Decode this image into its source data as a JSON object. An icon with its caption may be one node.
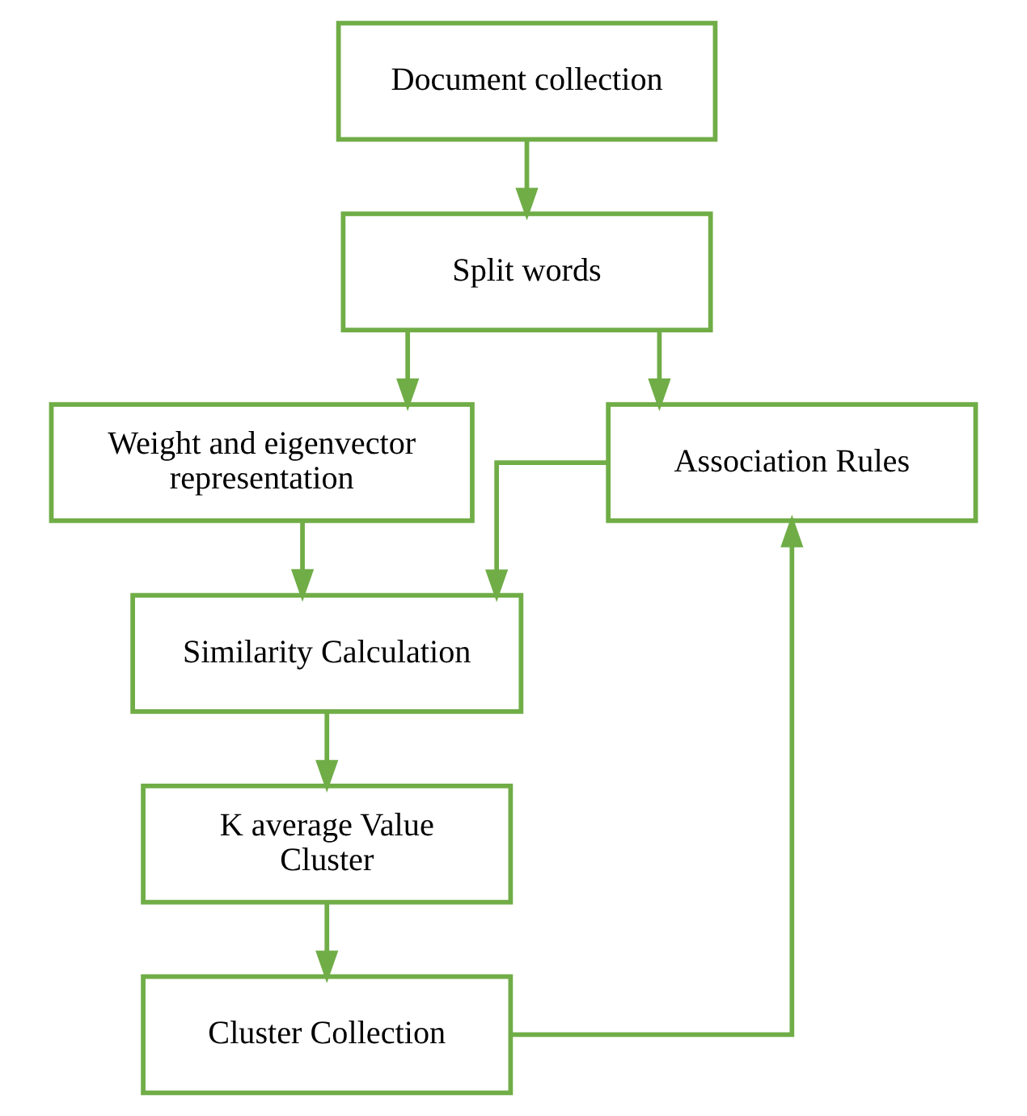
{
  "diagram": {
    "nodes": [
      {
        "text": [
          "Document collection"
        ]
      },
      {
        "text": [
          "Split words"
        ]
      },
      {
        "text": [
          "Weight and eigenvector representation"
        ]
      },
      {
        "text": [
          "Association Rules"
        ]
      },
      {
        "text": [
          "Similarity Calculation"
        ]
      },
      {
        "text": [
          "K average Value Cluster"
        ]
      },
      {
        "text": [
          "Cluster Collection"
        ]
      }
    ],
    "edges": [
      {
        "from": 0,
        "to": 1,
        "arrow": "to"
      },
      {
        "from": 1,
        "to": 2,
        "arrow": "to"
      },
      {
        "from": 1,
        "to": 3,
        "arrow": "to"
      },
      {
        "from": 2,
        "to": 4,
        "arrow": "to"
      },
      {
        "from": 3,
        "to": 4,
        "arrow": "to"
      },
      {
        "from": 4,
        "to": 5,
        "arrow": "to"
      },
      {
        "from": 5,
        "to": 6,
        "arrow": "to"
      },
      {
        "from": 6,
        "to": 3,
        "arrow": "to"
      }
    ]
  }
}
